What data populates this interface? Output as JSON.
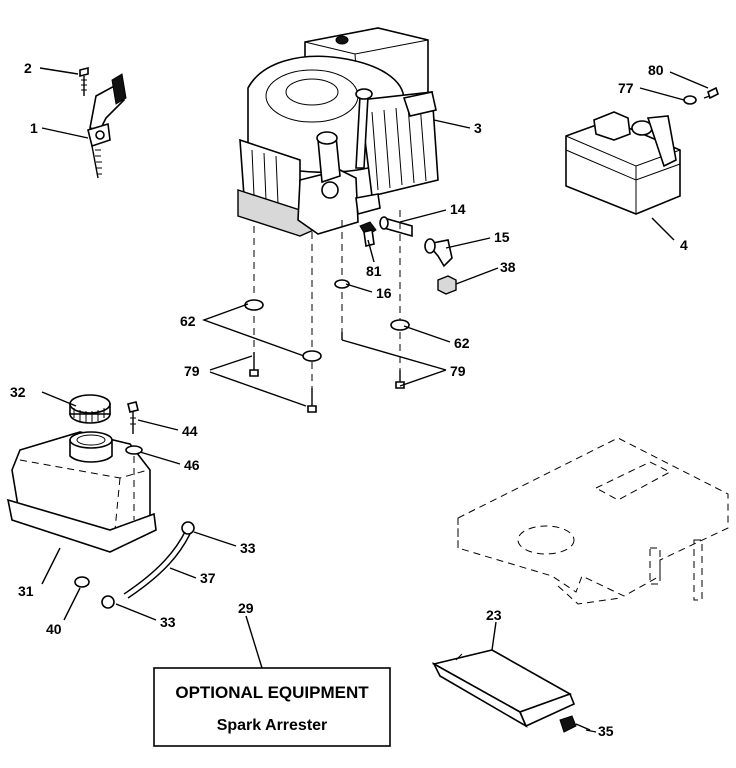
{
  "callouts": {
    "c1": "1",
    "c2": "2",
    "c3": "3",
    "c4": "4",
    "c14": "14",
    "c15": "15",
    "c16": "16",
    "c23": "23",
    "c29": "29",
    "c31": "31",
    "c32": "32",
    "c33a": "33",
    "c33b": "33",
    "c35": "35",
    "c37": "37",
    "c38": "38",
    "c40": "40",
    "c44": "44",
    "c46": "46",
    "c62a": "62",
    "c62b": "62",
    "c77": "77",
    "c79a": "79",
    "c79b": "79",
    "c80": "80",
    "c81": "81"
  },
  "optional_box": {
    "title": "OPTIONAL EQUIPMENT",
    "subtitle": "Spark Arrester"
  }
}
